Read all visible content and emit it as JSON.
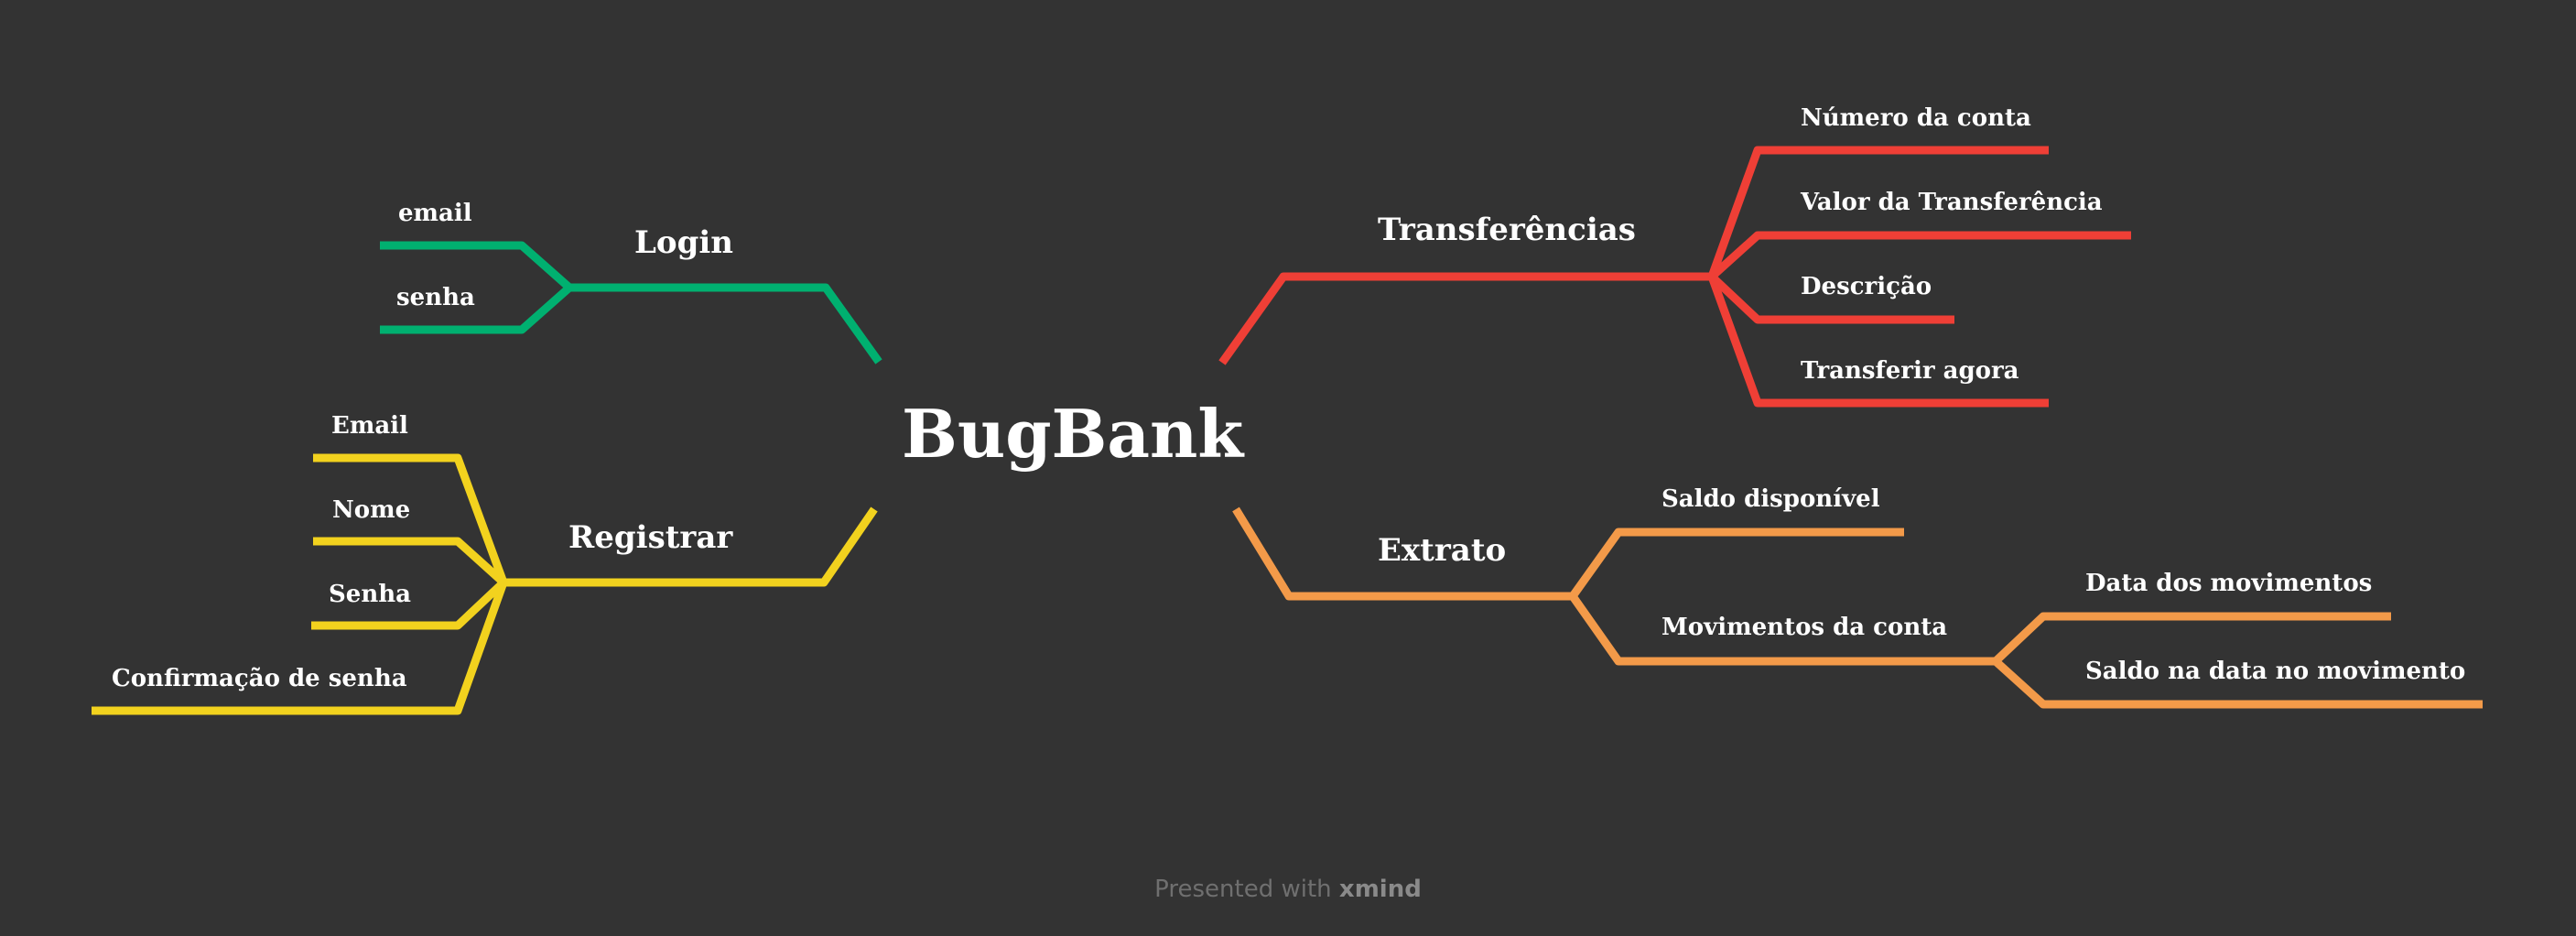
{
  "root": {
    "label": "BugBank"
  },
  "colors": {
    "login": "#00b070",
    "registrar": "#f2d21e",
    "transferencias": "#ef3f36",
    "extrato": "#f39a49"
  },
  "branches": {
    "login": {
      "label": "Login",
      "children": [
        "email",
        "senha"
      ]
    },
    "registrar": {
      "label": "Registrar",
      "children": [
        "Email",
        "Nome",
        "Senha",
        "Confirmação de senha"
      ]
    },
    "transferencias": {
      "label": "Transferências",
      "children": [
        "Número da conta",
        "Valor da Transferência",
        "Descrição",
        "Transferir agora"
      ]
    },
    "extrato": {
      "label": "Extrato",
      "children": [
        "Saldo disponível",
        "Movimentos da conta"
      ],
      "movimentos_children": [
        "Data dos movimentos",
        "Saldo na data no movimento"
      ]
    }
  },
  "footer": {
    "prefix": "Presented with ",
    "brand": "xmind"
  }
}
